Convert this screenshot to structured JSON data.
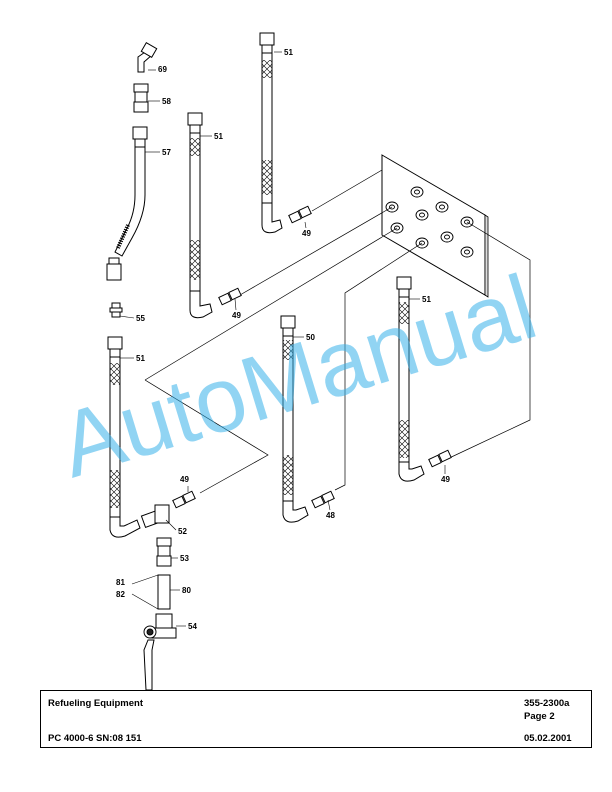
{
  "watermark": "AutoManual",
  "title_block": {
    "title": "Refueling Equipment",
    "doc_number": "355-2300a",
    "page": "Page 2",
    "machine": "PC 4000-6 SN:08 151",
    "date": "05.02.2001"
  },
  "callouts": {
    "c69": "69",
    "c58": "58",
    "c57": "57",
    "c55": "55",
    "c51a": "51",
    "c51b": "51",
    "c51c": "51",
    "c51d": "51",
    "c49a": "49",
    "c49b": "49",
    "c49c": "49",
    "c49d": "49",
    "c50": "50",
    "c48": "48",
    "c52": "52",
    "c53": "53",
    "c80": "80",
    "c81": "81",
    "c82": "82",
    "c54": "54"
  }
}
